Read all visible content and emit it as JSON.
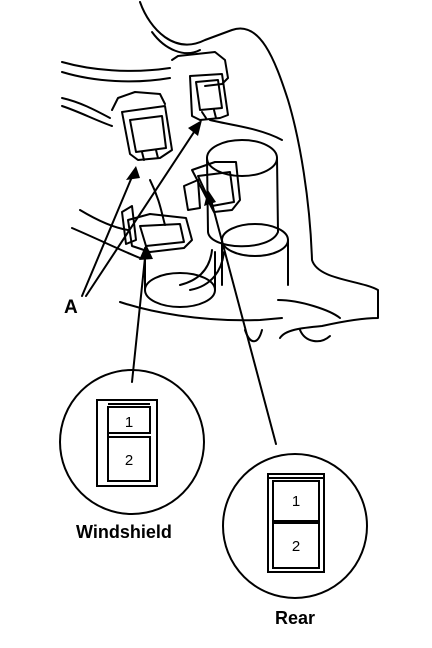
{
  "labels": {
    "part_a": "A",
    "windshield": "Windshield",
    "rear": "Rear"
  },
  "windshield_connector": {
    "pins": [
      "1",
      "2"
    ]
  },
  "rear_connector": {
    "pins": [
      "1",
      "2"
    ]
  }
}
